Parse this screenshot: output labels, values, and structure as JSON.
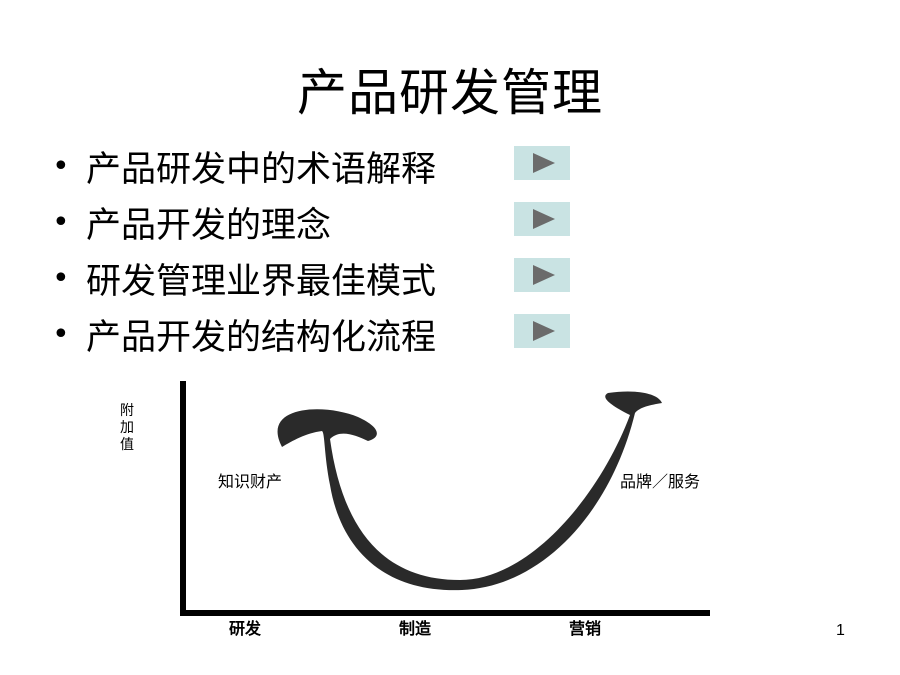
{
  "slide": {
    "title": "产品研发管理",
    "page_number": "1"
  },
  "bullets": [
    {
      "dot": "•",
      "text": "产品研发中的术语解释",
      "icon": "play-icon"
    },
    {
      "dot": "•",
      "text": "产品开发的理念",
      "icon": "play-icon"
    },
    {
      "dot": "•",
      "text": "研发管理业界最佳模式",
      "icon": "play-icon"
    },
    {
      "dot": "•",
      "text": "产品开发的结构化流程",
      "icon": "play-icon"
    }
  ],
  "diagram": {
    "y_axis_label": "附加值",
    "left_label": "知识财产",
    "right_label": "品牌／服务",
    "x_labels": [
      "研发",
      "制造",
      "营销"
    ],
    "colors": {
      "curve": "#2a2a2a",
      "axis": "#000000"
    }
  },
  "colors": {
    "button_bg": "#c9e3e3",
    "button_triangle": "#6b6b6b"
  }
}
